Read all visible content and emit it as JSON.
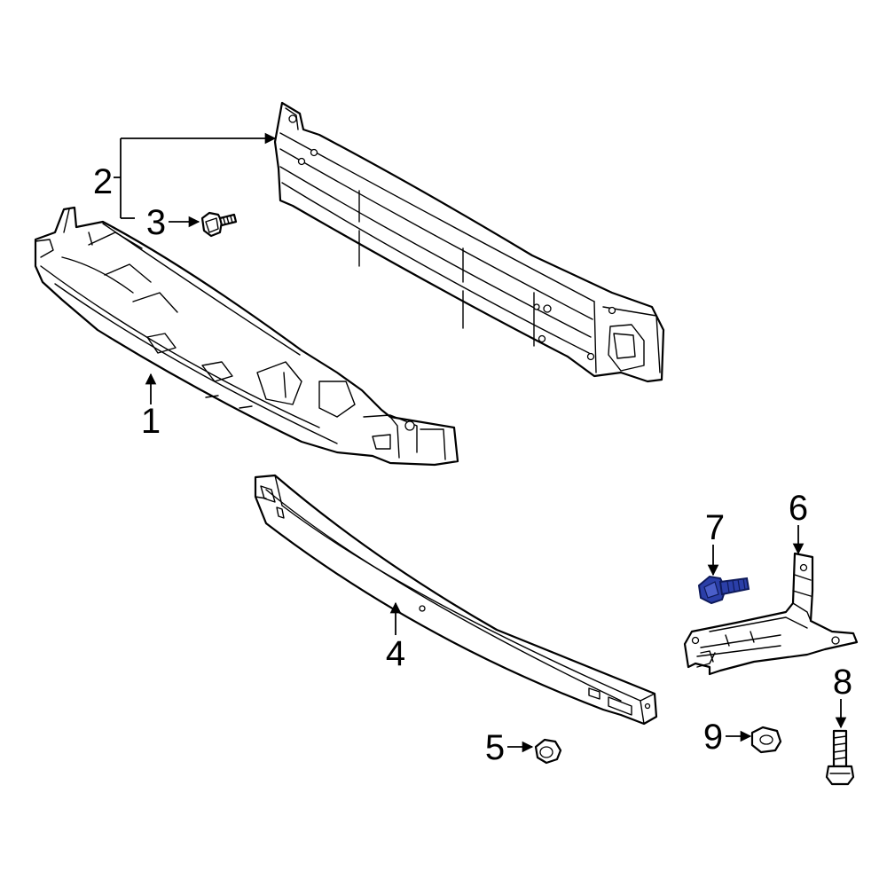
{
  "callouts": [
    {
      "number": "1"
    },
    {
      "number": "2"
    },
    {
      "number": "3"
    },
    {
      "number": "4"
    },
    {
      "number": "5"
    },
    {
      "number": "6"
    },
    {
      "number": "7"
    },
    {
      "number": "8"
    },
    {
      "number": "9"
    }
  ],
  "highlight_color": "#2b3fa8",
  "highlighted_callout": "7"
}
